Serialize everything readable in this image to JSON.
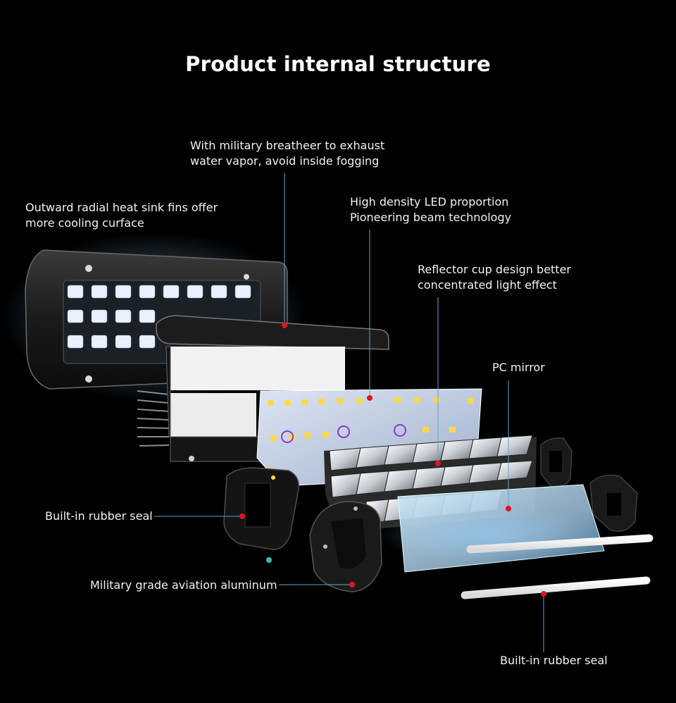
{
  "title": "Product internal structure",
  "callouts": {
    "breather": [
      "With military breatheer to exhaust",
      "water vapor, avoid inside fogging"
    ],
    "heatsink": [
      "Outward radial heat sink fins offer",
      "more cooling curface"
    ],
    "led": [
      "High density LED proportion",
      "Pioneering beam technology"
    ],
    "reflector": [
      "Reflector cup design better",
      "concentrated light effect"
    ],
    "pc_mirror": "PC mirror",
    "rubber_seal_left": "Built-in rubber seal",
    "aluminum": "Military grade aviation aluminum",
    "rubber_seal_bottom": "Built-in rubber seal"
  },
  "colors": {
    "background": "#000000",
    "leader_line": "#5fa8c8",
    "marker": "#e0141e",
    "text": "#f2f2f2"
  }
}
